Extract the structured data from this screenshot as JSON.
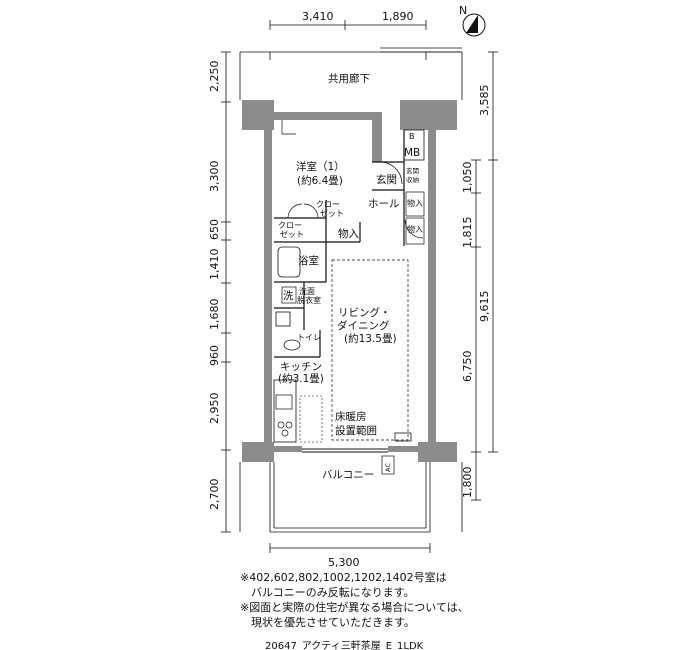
{
  "dimensions": {
    "top": [
      "3,410",
      "1,890"
    ],
    "bottom": "5,300",
    "left": [
      "2,250",
      "3,300",
      "650",
      "1,410",
      "1,680",
      "960",
      "2,950",
      "2,700"
    ],
    "right_inner": [
      "1,050",
      "1,815",
      "6,750",
      "1,800"
    ],
    "right_outer": [
      "3,585",
      "9,615"
    ]
  },
  "compass": "N",
  "rooms": {
    "corridor": "共用廊下",
    "western_room": [
      "洋室（1）",
      "(約6.4畳)"
    ],
    "closet_upper": [
      "クロー",
      "ゼット"
    ],
    "closet_lower": [
      "クロー",
      "ゼット"
    ],
    "storage": "物入",
    "storage_right_1": "物入",
    "storage_right_2": "物入",
    "entrance": "玄関",
    "hall": "ホール",
    "mb": "MB",
    "b": "B",
    "shoe_storage": [
      "玄関",
      "収納"
    ],
    "bath": "浴室",
    "washer": "洗",
    "washroom": [
      "洗面",
      "脱衣室"
    ],
    "toilet": "トイレ",
    "kitchen": [
      "キッチン",
      "(約3.1畳)"
    ],
    "living": [
      "リビング・",
      "ダイニング",
      "(約13.5畳)"
    ],
    "floor_heating": [
      "床暖房",
      "設置範囲"
    ],
    "balcony": "バルコニー",
    "ac": "AC"
  },
  "notes": [
    "※402,602,802,1002,1202,1402号室は",
    "　バルコニーのみ反転になります。",
    "※図面と実際の住宅が異なる場合については、",
    "　現状を優先させていただきます。"
  ],
  "caption": "20647_アクティ三軒茶屋_E_1LDK"
}
